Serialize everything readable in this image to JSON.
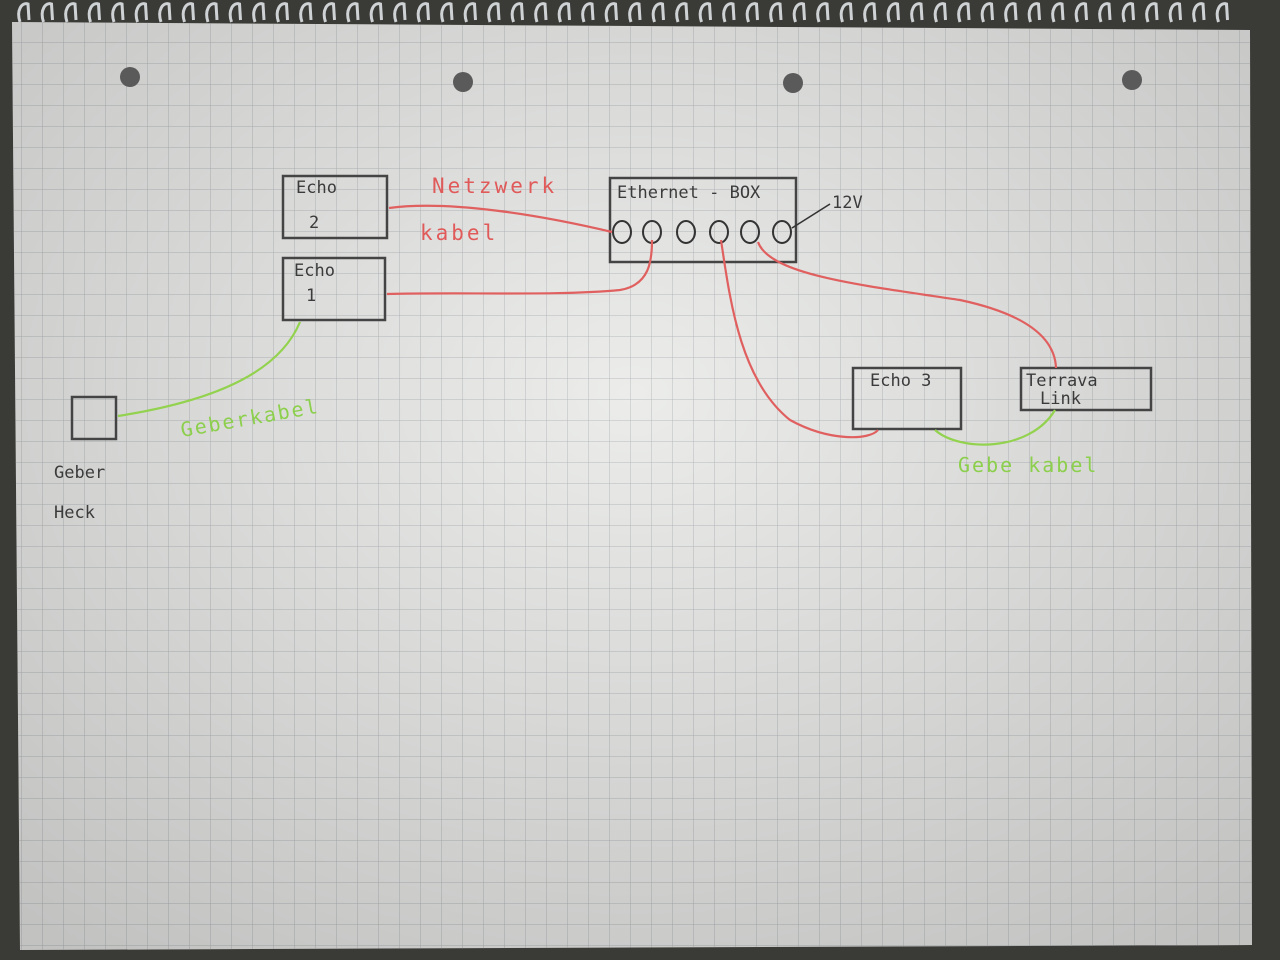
{
  "diagram": {
    "echo2": {
      "line1": "Echo",
      "line2": "2"
    },
    "echo1": {
      "line1": "Echo",
      "line2": "1"
    },
    "network_cable_label": {
      "line1": "Netzwerk",
      "line2": "kabel"
    },
    "ethernet_box": {
      "title": "Ethernet - BOX",
      "power_label": "12V"
    },
    "echo3": {
      "title": "Echo 3"
    },
    "terrava_link": {
      "line1": "Terrava",
      "line2": "Link"
    },
    "geber_cable_left": "Geberkabel",
    "geber_cable_right": "Gebe kabel",
    "geber_heck": {
      "line1": "Geber",
      "line2": "Heck"
    }
  },
  "colors": {
    "paper": "#eeeeec",
    "grid": "#b9bcc0",
    "network_cable": "#e06060",
    "geber_cable": "#93d24f",
    "pencil": "#444444"
  }
}
